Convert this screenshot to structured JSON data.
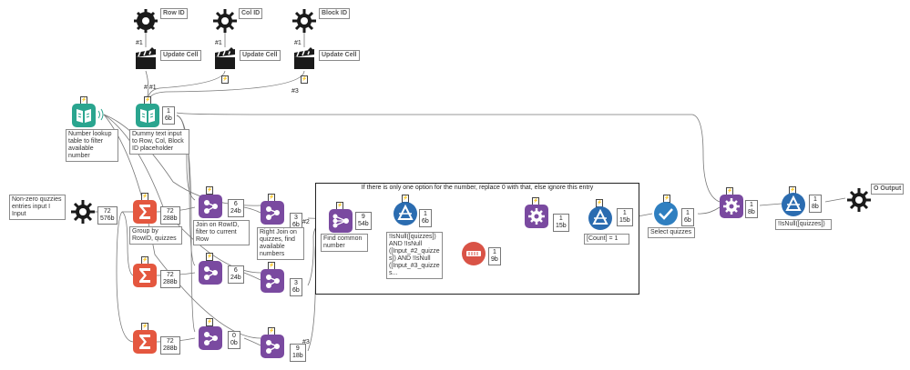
{
  "container": {
    "title": "If there is only one option for the number, replace 0 with that, else ignore this entry"
  },
  "macro_inputs": {
    "row_id": "Row ID",
    "col_id": "Col ID",
    "block_id": "Block ID"
  },
  "update_cell": {
    "label": "Update Cell",
    "row_tag": "#1",
    "col_tag": "#1",
    "block_tag": "#1"
  },
  "wire_tags": {
    "hash1": "# #1",
    "hash3_top": "#3",
    "hash2": "#2",
    "hash3_bottom": "#3"
  },
  "inputs": {
    "number_lookup": "Number lookup table to filter available number",
    "dummy_text": "Dummy text input to Row, Col, Block ID placeholder",
    "nonzero": "Non-zero quzzies entries input I Input"
  },
  "summarize": {
    "group_label": "Group by RowID, quizzes"
  },
  "joins": {
    "join_label": "Join on RowID, filter to current Row",
    "right_join_label": "Right Join on quizzes, find available numbers"
  },
  "inner": {
    "find_common": "Find common number",
    "filter_nulls": "!IsNull([quizzes]) AND !IsNull ([Input_#2_quizze s]) AND !IsNull ([Input_#3_quizze s...",
    "count_filter": "[Count] = 1"
  },
  "right_side": {
    "select_quizzes": "Select quizzes",
    "final_filter": "!IsNull([quizzes])",
    "output": "O Output"
  },
  "counts": {
    "dummy": "1\n6b",
    "nonzero": "72\n576b",
    "sum1": "72\n288b",
    "sum2": "72\n288b",
    "sum3": "72\n288b",
    "join1": "6\n24b",
    "join2": "6\n24b",
    "join3": "0\n0b",
    "rjoin1": "3\n6b",
    "rjoin2": "3\n6b",
    "rjoin3": "9\n18b",
    "find": "9\n54b",
    "filter1": "1\n6b",
    "formula": "1\n9b",
    "cnt1": "1\n15b",
    "cnt2": "1\n15b",
    "select": "1\n6b",
    "join_final": "1\n8b",
    "filter_final": "1\n8b"
  },
  "icons": {
    "macro_input": "gear-icon",
    "update_cell": "clapperboard-icon",
    "text_input": "book-icon",
    "macro_output": "gear-icon",
    "summarize": "sigma-icon",
    "join": "join-icon",
    "filter": "filter-icon",
    "formula": "formula-icon",
    "select": "checkmark-icon"
  },
  "colors": {
    "summarize": "#e4573f",
    "join": "#7a4aa0",
    "filter": "#2b6cb0",
    "formula": "#d95346",
    "select": "#2f7fc0",
    "input": "#2aa58f",
    "macro": "#1a1a1a",
    "anchor": "#5ea83a"
  }
}
